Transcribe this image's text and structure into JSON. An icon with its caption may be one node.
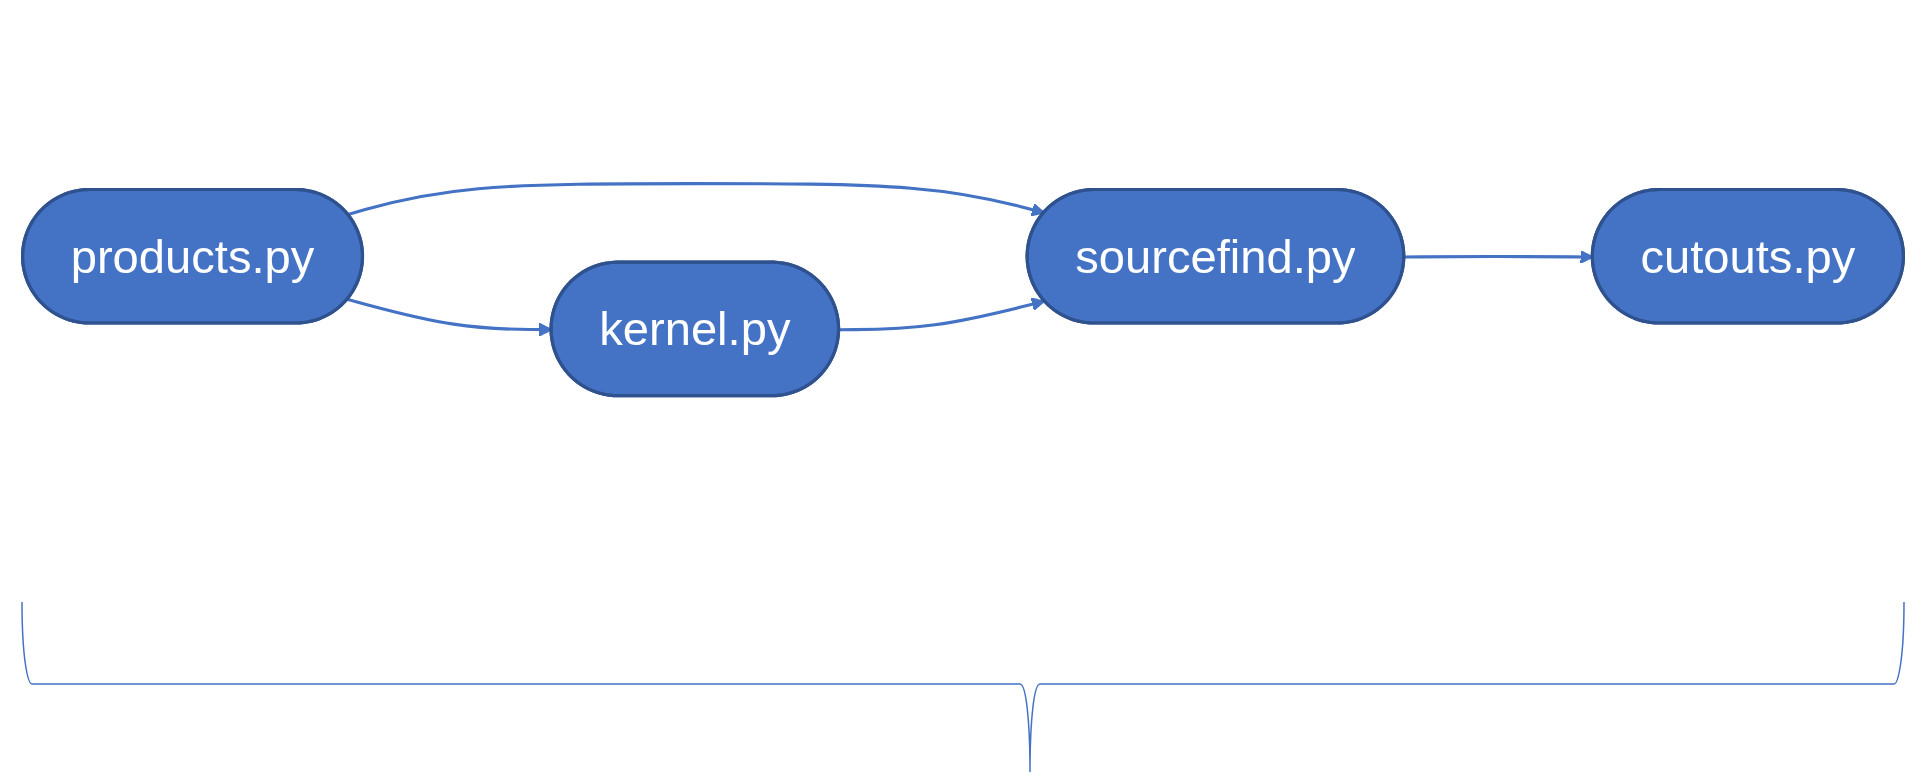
{
  "diagram": {
    "nodes": [
      {
        "text": [
          "products.py"
        ]
      },
      {
        "text": [
          "kernel.py"
        ]
      },
      {
        "text": [
          "sourcefind.py"
        ]
      },
      {
        "text": [
          "cutouts.py"
        ]
      }
    ],
    "edges": [
      {
        "from": 0,
        "to": 2,
        "arrow": "to"
      },
      {
        "from": 0,
        "to": 1,
        "arrow": "to"
      },
      {
        "from": 1,
        "to": 2,
        "arrow": "to"
      },
      {
        "from": 2,
        "to": 3,
        "arrow": "to"
      }
    ]
  }
}
